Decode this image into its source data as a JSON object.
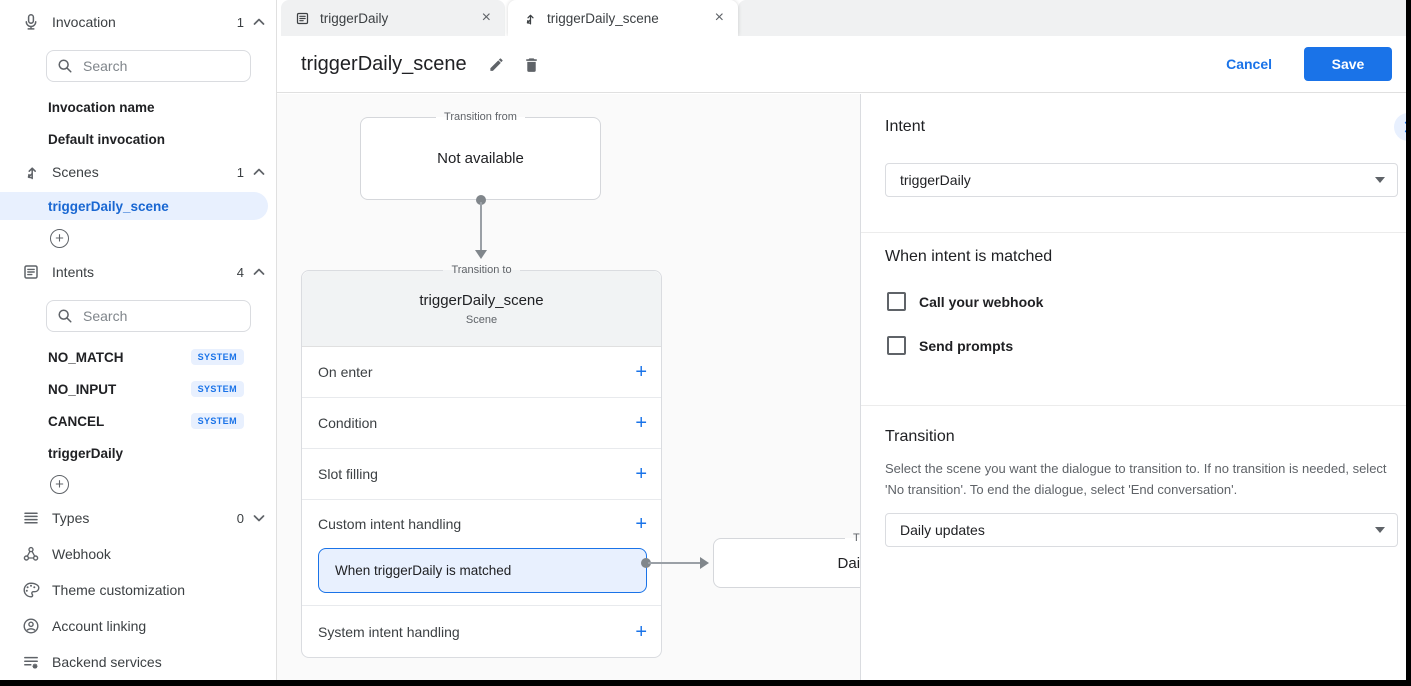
{
  "glyphs": {
    "plus": "+",
    "close": "×"
  },
  "colors": {
    "accent": "#1a73e8",
    "selected_bg": "#e8f0fe",
    "selected_text": "#1967d2",
    "save_button": "#1a73e8"
  },
  "sidebar": {
    "invocation": {
      "label": "Invocation",
      "count": "1",
      "search_placeholder": "Search",
      "items": [
        {
          "label": "Invocation name"
        },
        {
          "label": "Default invocation"
        }
      ]
    },
    "scenes": {
      "label": "Scenes",
      "count": "1",
      "items": [
        {
          "label": "triggerDaily_scene",
          "selected": true
        }
      ]
    },
    "intents": {
      "label": "Intents",
      "count": "4",
      "search_placeholder": "Search",
      "items": [
        {
          "label": "NO_MATCH",
          "badge": "SYSTEM"
        },
        {
          "label": "NO_INPUT",
          "badge": "SYSTEM"
        },
        {
          "label": "CANCEL",
          "badge": "SYSTEM"
        },
        {
          "label": "triggerDaily"
        }
      ]
    },
    "types": {
      "label": "Types",
      "count": "0"
    },
    "links": [
      {
        "label": "Webhook"
      },
      {
        "label": "Theme customization"
      },
      {
        "label": "Account linking"
      },
      {
        "label": "Backend services"
      }
    ]
  },
  "tabs": [
    {
      "label": "triggerDaily",
      "icon": "intent-icon",
      "active": false
    },
    {
      "label": "triggerDaily_scene",
      "icon": "scene-icon",
      "active": true
    }
  ],
  "toolbar": {
    "title": "triggerDaily_scene",
    "cancel_label": "Cancel",
    "save_label": "Save"
  },
  "canvas": {
    "transition_from": {
      "legend": "Transition from",
      "text": "Not available"
    },
    "scene_card": {
      "legend": "Transition to",
      "title": "triggerDaily_scene",
      "subtitle": "Scene",
      "sections": [
        {
          "label": "On enter"
        },
        {
          "label": "Condition"
        },
        {
          "label": "Slot filling"
        },
        {
          "label": "Custom intent handling"
        },
        {
          "label": "System intent handling"
        }
      ],
      "selected_handler": "When triggerDaily is matched"
    },
    "target_card": {
      "legend": "Transition to",
      "text": "Daily updates"
    }
  },
  "panel": {
    "intent": {
      "heading": "Intent",
      "value": "triggerDaily"
    },
    "matched": {
      "heading": "When intent is matched",
      "checkboxes": [
        {
          "label": "Call your webhook",
          "checked": false
        },
        {
          "label": "Send prompts",
          "checked": false
        }
      ]
    },
    "transition": {
      "heading": "Transition",
      "description": "Select the scene you want the dialogue to transition to. If no transition is needed, select 'No transition'. To end the dialogue, select 'End conversation'.",
      "value": "Daily updates"
    }
  }
}
